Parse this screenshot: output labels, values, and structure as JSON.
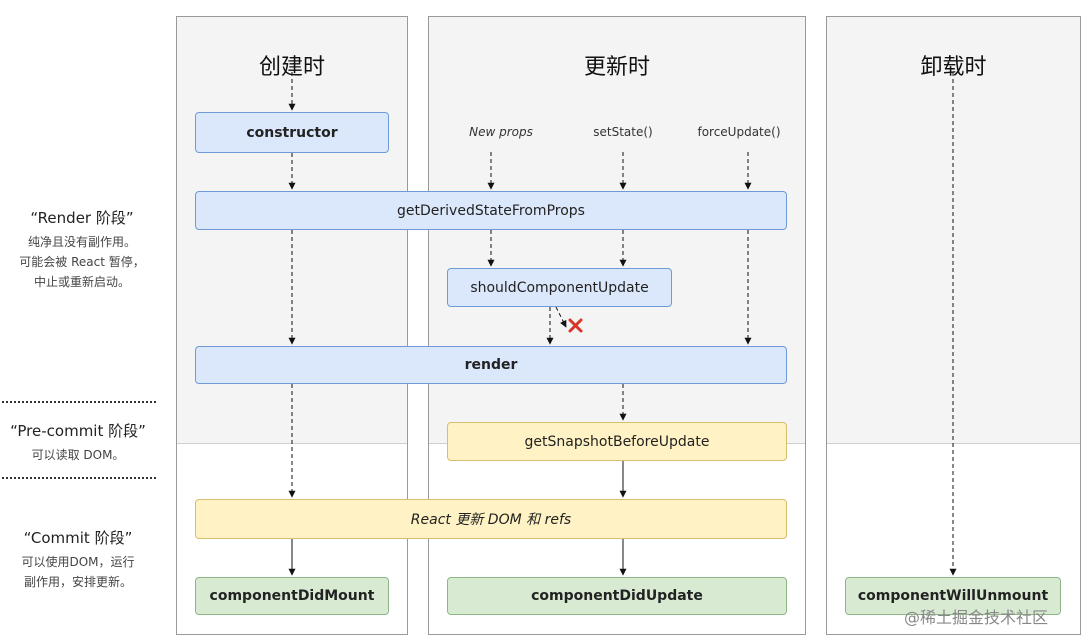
{
  "phases": {
    "mount": "创建时",
    "update": "更新时",
    "unmount": "卸载时"
  },
  "stages": {
    "render": {
      "name": "“Render 阶段”",
      "desc": [
        "纯净且没有副作用。",
        "可能会被 React 暂停，",
        "中止或重新启动。"
      ]
    },
    "precommit": {
      "name": "“Pre-commit 阶段”",
      "desc": [
        "可以读取 DOM。"
      ]
    },
    "commit": {
      "name": "“Commit 阶段”",
      "desc": [
        "可以使用DOM，运行",
        "副作用，安排更新。"
      ]
    }
  },
  "triggers": {
    "new_props": "New props",
    "set_state": "setState()",
    "force_update": "forceUpdate()"
  },
  "methods": {
    "constructor": "constructor",
    "gdsfp": "getDerivedStateFromProps",
    "scu": "shouldComponentUpdate",
    "render": "render",
    "gsbu": "getSnapshotBeforeUpdate",
    "react_updates": "React 更新 DOM 和 refs",
    "cdm": "componentDidMount",
    "cdu": "componentDidUpdate",
    "cwu": "componentWillUnmount"
  },
  "watermark": "@稀土掘金技术社区",
  "colors": {
    "render_phase": "#dbe8fb",
    "precommit_phase": "#fff2c4",
    "commit_phase": "#d8ead2",
    "cancel_mark": "#d9362b"
  }
}
